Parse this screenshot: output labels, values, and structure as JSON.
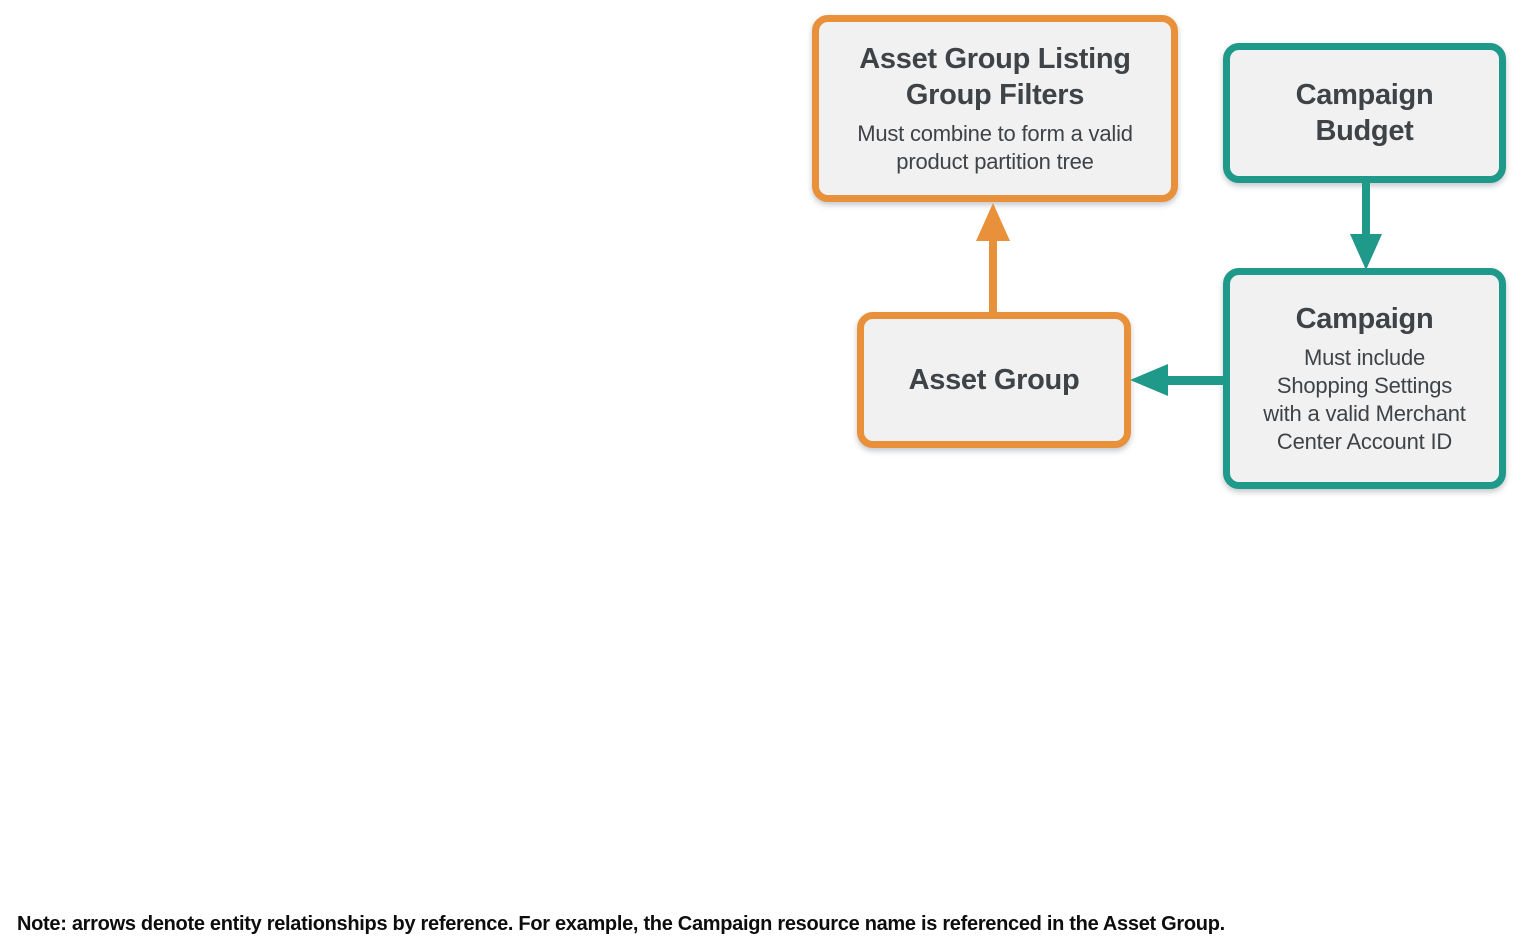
{
  "colors": {
    "orange": "#E9903A",
    "teal": "#1F998A",
    "box-fill": "#F1F1F2",
    "box-text": "#3E4347",
    "note-text": "#0D0D0D",
    "canvas-bg": "#FFFFFF"
  },
  "diagram": {
    "nodes": {
      "filters": {
        "title": "Asset Group Listing Group Filters",
        "title_lines": [
          "Asset Group Listing",
          "Group Filters"
        ],
        "subtitle": "Must combine to form a valid product partition tree",
        "subtitle_lines": [
          "Must combine to form a valid",
          "product partition tree"
        ],
        "accent": "#E9903A"
      },
      "campaign_budget": {
        "title": "Campaign Budget",
        "title_lines": [
          "Campaign",
          "Budget"
        ],
        "accent": "#1F998A"
      },
      "asset_group": {
        "title": "Asset Group",
        "title_lines": [
          "Asset Group"
        ],
        "accent": "#E9903A"
      },
      "campaign": {
        "title": "Campaign",
        "title_lines": [
          "Campaign"
        ],
        "subtitle": "Must include Shopping Settings with a valid Merchant Center Account ID",
        "subtitle_lines": [
          "Must include",
          "Shopping Settings",
          "with a valid Merchant",
          "Center Account ID"
        ],
        "accent": "#1F998A"
      }
    },
    "edges": [
      {
        "from": "asset_group",
        "to": "filters",
        "direction": "up",
        "color": "#E9903A"
      },
      {
        "from": "campaign_budget",
        "to": "campaign",
        "direction": "down",
        "color": "#1F998A"
      },
      {
        "from": "campaign",
        "to": "asset_group",
        "direction": "left",
        "color": "#1F998A"
      }
    ]
  },
  "note": "Note: arrows denote entity relationships by reference. For example, the Campaign resource name is referenced in the Asset Group."
}
